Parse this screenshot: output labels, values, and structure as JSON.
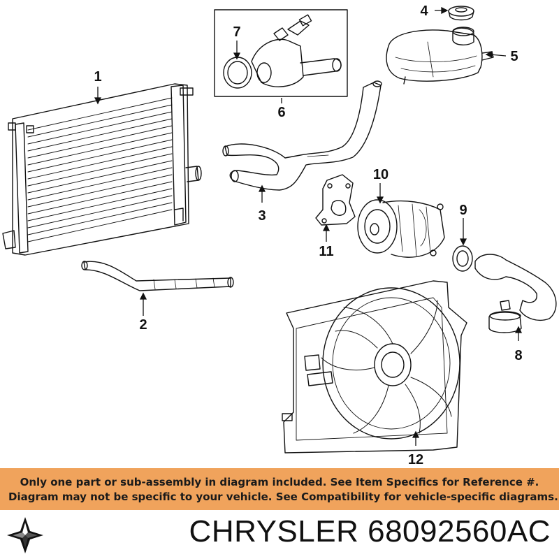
{
  "callouts": [
    {
      "id": "1",
      "label": "1"
    },
    {
      "id": "2",
      "label": "2"
    },
    {
      "id": "3",
      "label": "3"
    },
    {
      "id": "4",
      "label": "4"
    },
    {
      "id": "5",
      "label": "5"
    },
    {
      "id": "6",
      "label": "6"
    },
    {
      "id": "7",
      "label": "7"
    },
    {
      "id": "8",
      "label": "8"
    },
    {
      "id": "9",
      "label": "9"
    },
    {
      "id": "10",
      "label": "10"
    },
    {
      "id": "11",
      "label": "11"
    },
    {
      "id": "12",
      "label": "12"
    }
  ],
  "notice": {
    "line1": "Only one part or sub-assembly in diagram included. See Item Specifics for Reference #.",
    "line2": "Diagram may not be specific to your vehicle. See Compatibility for vehicle-specific diagrams.",
    "background_color": "#f0a35c"
  },
  "footer": {
    "brand": "CHRYSLER",
    "part_number": "68092560AC",
    "logo_icon": "pentastar-icon"
  }
}
